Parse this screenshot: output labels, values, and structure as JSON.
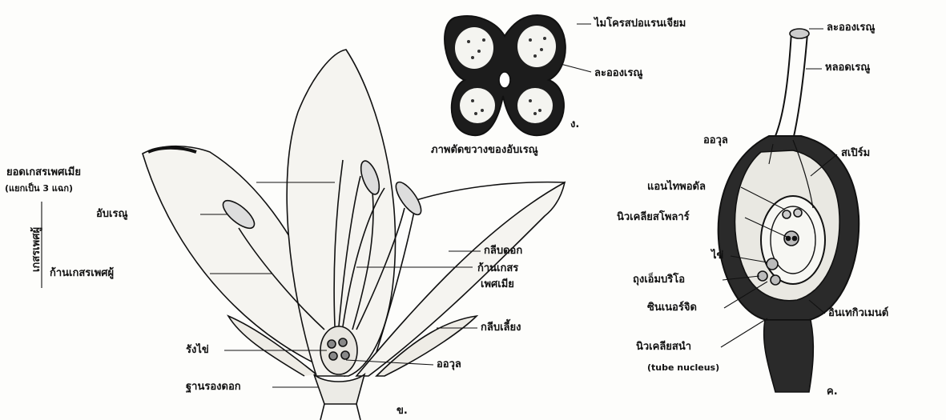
{
  "figure": {
    "panel_b": {
      "marker": "ข.",
      "labels": {
        "stigma": "ยอดเกสรเพศเมีย",
        "stigma_note": "(แยกเป็น 3 แฉก)",
        "anther": "อับเรณู",
        "stamen_group": "เกสรเพศผู้",
        "filament": "ก้านเกสรเพศผู้",
        "petal": "กลีบดอก",
        "style_line1": "ก้านเกสร",
        "style_line2": "เพศเมีย",
        "sepal": "กลีบเลี้ยง",
        "ovary": "รังไข่",
        "ovule": "ออวุล",
        "receptacle": "ฐานรองดอก"
      }
    },
    "panel_a": {
      "marker": "ง.",
      "caption": "ภาพตัดขวางของอับเรณู",
      "labels": {
        "microsporangium": "ไมโครสปอแรนเจียม",
        "pollen_grain": "ละอองเรณู"
      }
    },
    "panel_c": {
      "marker": "ค.",
      "labels": {
        "pollen_grain": "ละอองเรณู",
        "pollen_tube": "หลอดเรณู",
        "ovule": "ออวุล",
        "sperm": "สเปิร์ม",
        "antipodal": "แอนไทพอดัล",
        "polar_nuclei": "นิวเคลียสโพลาร์",
        "egg": "ไข่",
        "embryo_sac": "ถุงเอ็มบริโอ",
        "synergid": "ซินเนอร์จิด",
        "integument": "อินเทกิวเมนต์",
        "tube_nucleus": "นิวเคลียสนำ",
        "tube_nucleus_en": "(tube nucleus)"
      }
    }
  }
}
